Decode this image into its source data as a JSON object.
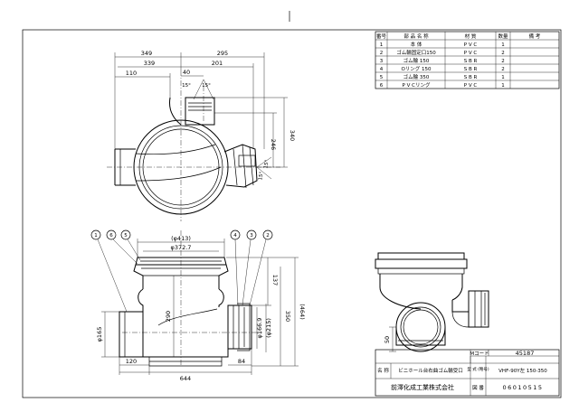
{
  "parts_table": {
    "headers": [
      "番号",
      "部 品 名 称",
      "材 質",
      "数量",
      "備 考"
    ],
    "rows": [
      [
        "1",
        "本 体",
        "P V C",
        "1",
        ""
      ],
      [
        "2",
        "ゴム輪固定口150",
        "P V C",
        "2",
        ""
      ],
      [
        "3",
        "ゴム輪 150",
        "S B R",
        "2",
        ""
      ],
      [
        "4",
        "Oリング 150",
        "S B R",
        "2",
        ""
      ],
      [
        "5",
        "ゴム輪 350",
        "S B R",
        "1",
        ""
      ],
      [
        "6",
        "P V Cリング",
        "P V C",
        "1",
        ""
      ]
    ]
  },
  "top_view": {
    "dims": {
      "d349": "349",
      "d295": "295",
      "d339": "339",
      "d201": "201",
      "d110": "110",
      "d40": "40",
      "ang1": "15°",
      "ang2": "15°",
      "d340": "340",
      "d246": "246",
      "ang3": "15°",
      "ang4": "15°"
    }
  },
  "front_view": {
    "callouts": [
      "1",
      "6",
      "5",
      "4",
      "3",
      "2"
    ],
    "dims": {
      "d413": "(φ413)",
      "d3727": "φ372.7",
      "d137": "137",
      "d350": "350",
      "d464": "(464)",
      "d290": "290",
      "d1669": "φ166.9",
      "d215": "(φ215)",
      "d165": "φ165",
      "d120": "120",
      "d644": "644",
      "d84": "84"
    }
  },
  "side_view": {
    "dims": {
      "d50": "50"
    }
  },
  "title_block": {
    "m_code_label": "Mコード",
    "m_code_value": "45187",
    "type_label": "型 式 (略号)",
    "type_value": "VHF-90Y左 150-350",
    "name_label": "名 称",
    "name_value": "ビニホール台右曲ゴム輪受口",
    "drawing_no_label": "図 番",
    "drawing_no_value": "06010515",
    "company": "前澤化成工業株式会社"
  }
}
